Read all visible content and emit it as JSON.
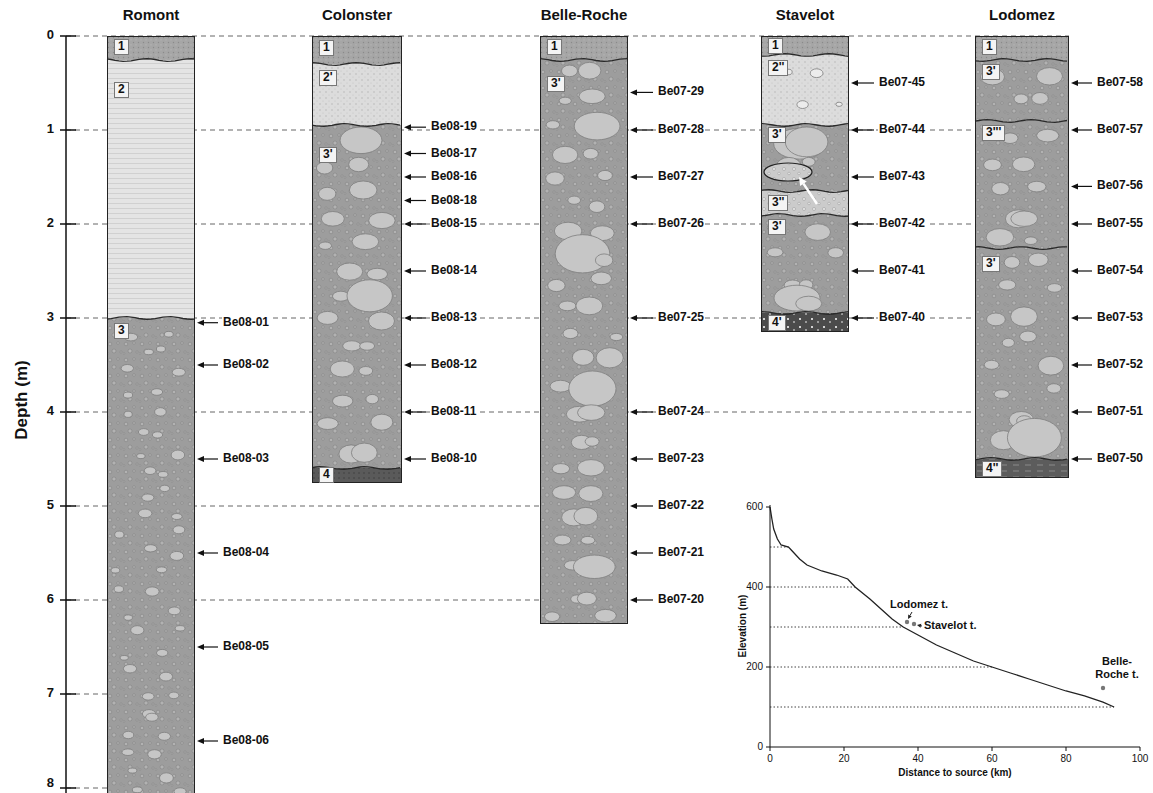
{
  "diagram": {
    "nodes": [
      {
        "text": [
          "Romont"
        ]
      },
      {
        "text": [
          "1"
        ],
        "in": 0
      },
      {
        "text": [
          "2"
        ],
        "in": 0
      },
      {
        "text": [
          "3"
        ],
        "in": 0
      },
      {
        "text": [
          "Colonster"
        ]
      },
      {
        "text": [
          "1"
        ],
        "in": 4
      },
      {
        "text": [
          "2'"
        ],
        "in": 4
      },
      {
        "text": [
          "3'"
        ],
        "in": 4
      },
      {
        "text": [
          "4"
        ],
        "in": 4
      },
      {
        "text": [
          "Belle-Roche"
        ]
      },
      {
        "text": [
          "1"
        ],
        "in": 9
      },
      {
        "text": [
          "3'"
        ],
        "in": 9
      },
      {
        "text": [
          "Stavelot"
        ]
      },
      {
        "text": [
          "1"
        ],
        "in": 12
      },
      {
        "text": [
          "2''"
        ],
        "in": 12
      },
      {
        "text": [
          "3'"
        ],
        "in": 12
      },
      {
        "text": [
          "3''"
        ],
        "in": 12
      },
      {
        "text": [
          "3'"
        ],
        "in": 12
      },
      {
        "text": [
          "4'"
        ],
        "in": 12
      },
      {
        "text": [
          "Lodomez"
        ]
      },
      {
        "text": [
          "1"
        ],
        "in": 19
      },
      {
        "text": [
          "3'"
        ],
        "in": 19
      },
      {
        "text": [
          "3'''"
        ],
        "in": 19
      },
      {
        "text": [
          "3'"
        ],
        "in": 19
      },
      {
        "text": [
          "4''"
        ],
        "in": 19
      }
    ],
    "labels": [
      "Depth (m)",
      "0",
      "1",
      "2",
      "3",
      "4",
      "5",
      "6",
      "7",
      "8",
      "Be08-01",
      "Be08-02",
      "Be08-03",
      "Be08-04",
      "Be08-05",
      "Be08-06",
      "Be08-19",
      "Be08-17",
      "Be08-16",
      "Be08-18",
      "Be08-15",
      "Be08-14",
      "Be08-13",
      "Be08-12",
      "Be08-11",
      "Be08-10",
      "Be07-29",
      "Be07-28",
      "Be07-27",
      "Be07-26",
      "Be07-25",
      "Be07-24",
      "Be07-23",
      "Be07-22",
      "Be07-21",
      "Be07-20",
      "Be07-45",
      "Be07-44",
      "Be07-43",
      "Be07-42",
      "Be07-41",
      "Be07-40",
      "Be07-58",
      "Be07-57",
      "Be07-56",
      "Be07-55",
      "Be07-54",
      "Be07-53",
      "Be07-52",
      "Be07-51",
      "Be07-50",
      "600",
      "400",
      "200",
      "0",
      "0",
      "20",
      "40",
      "60",
      "80",
      "100",
      "Elevation (m)",
      "Distance to source (km)",
      "Lodomez t.",
      "Stavelot t.",
      "Belle-Roche t."
    ]
  }
}
